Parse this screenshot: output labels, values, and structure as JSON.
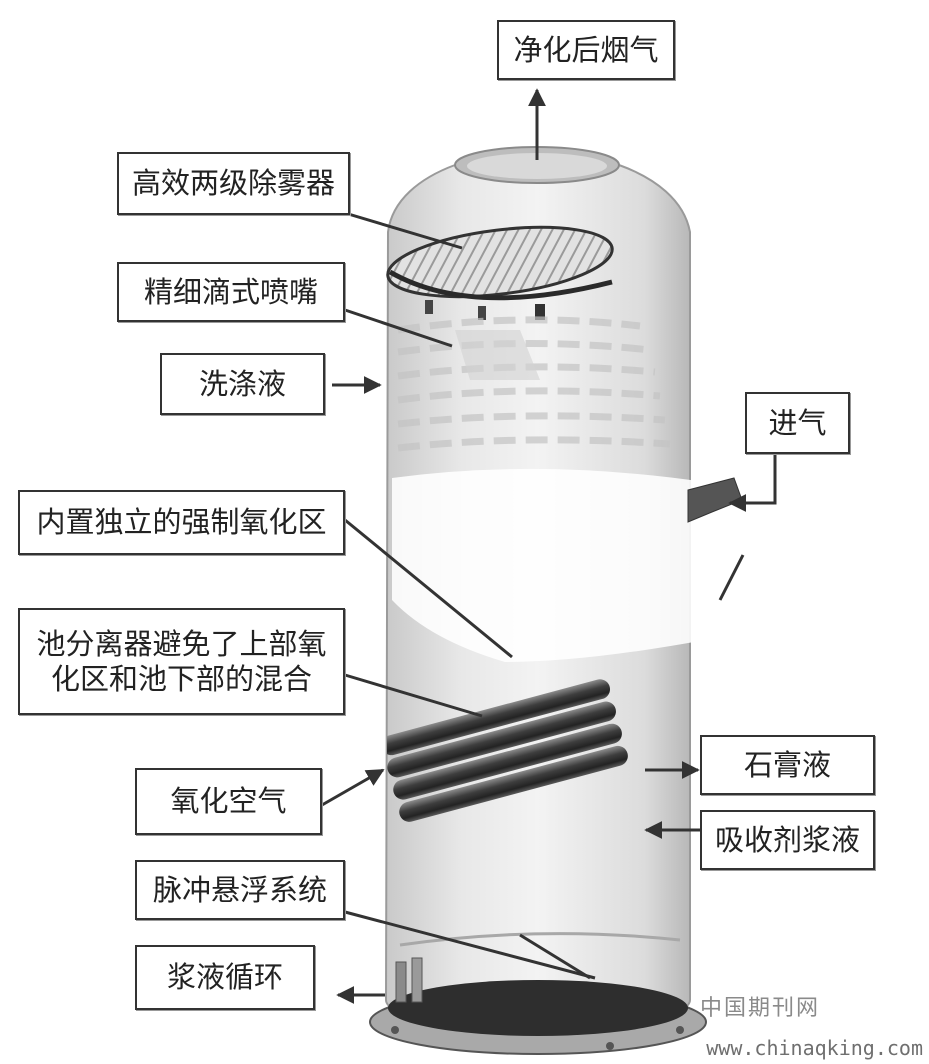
{
  "labels": {
    "clean_flue_gas": "净化后烟气",
    "demister": "高效两级除雾器",
    "spray_nozzle": "精细滴式喷嘴",
    "wash_liquid": "洗涤液",
    "gas_inlet": "进气",
    "oxidation_zone": "内置独立的强制氧化区",
    "pool_separator_line1": "池分离器避免了上部氧",
    "pool_separator_line2": "化区和池下部的混合",
    "oxidation_air": "氧化空气",
    "gypsum_slurry": "石膏液",
    "absorbent_slurry": "吸收剂浆液",
    "pulse_suspension": "脉冲悬浮系统",
    "slurry_circulation": "浆液循环"
  },
  "watermark": {
    "line1": "中国期刊网",
    "line2": "www.chinaqking.com"
  }
}
